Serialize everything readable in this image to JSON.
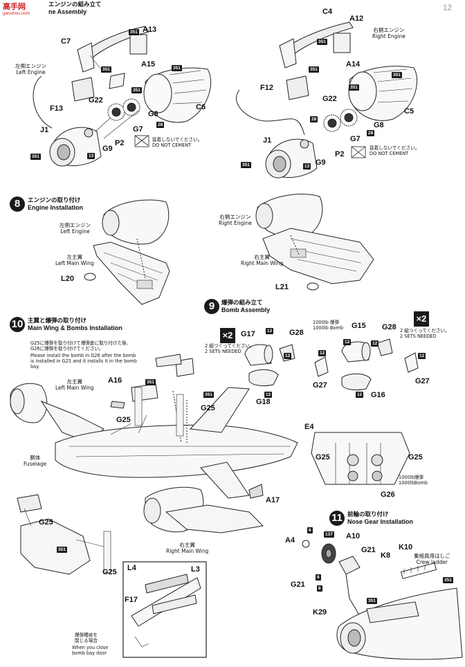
{
  "watermark": {
    "text": "高手网",
    "site": "gaoshou.com"
  },
  "page_number": "12",
  "step7": {
    "title_jp": "エンジンの組み立て",
    "title_en": "ne Assembly",
    "left_engine_jp": "左側エンジン",
    "left_engine_en": "Left Engine",
    "right_engine_jp": "右側エンジン",
    "right_engine_en": "Right Engine",
    "no_cement_jp": "接着しないでください。",
    "no_cement_en": "DO NOT CEMENT",
    "left_parts": [
      "C7",
      "A13",
      "A15",
      "G22",
      "F13",
      "J1",
      "G9",
      "P2",
      "G7",
      "G8",
      "C6"
    ],
    "right_parts": [
      "C4",
      "A12",
      "A14",
      "F12",
      "G22",
      "J1",
      "G9",
      "P2",
      "G7",
      "G8",
      "C5"
    ]
  },
  "step8": {
    "num": "8",
    "title_jp": "エンジンの取り付け",
    "title_en": "Engine Installation",
    "left_engine_jp": "左側エンジン",
    "left_engine_en": "Left Engine",
    "left_wing_jp": "左主翼",
    "left_wing_en": "Left Main Wing",
    "right_engine_jp": "右側エンジン",
    "right_engine_en": "Right Engine",
    "right_wing_jp": "右主翼",
    "right_wing_en": "Right Main Wing",
    "parts": [
      "L20",
      "L21"
    ]
  },
  "step9": {
    "num": "9",
    "title_jp": "爆弾の組み立て",
    "title_en": "Bomb Assembly",
    "multiplier": "×2",
    "sets_jp": "2 組つくってください。",
    "sets_en": "2 SETS NEEDED",
    "bomb_jp": "1000lb 爆弾",
    "bomb_en": "1000lb Bomb",
    "parts": [
      "G17",
      "G28",
      "G18",
      "G27",
      "G15",
      "G28",
      "G16",
      "G27"
    ]
  },
  "step10": {
    "num": "10",
    "title_jp": "主翼と爆弾の取り付け",
    "title_en": "Main Wing & Bombs Installation",
    "note_jp": "G25に爆弾を取り付けて爆弾倉に取り付けた後、\nG26に爆弾を取り付けてください。",
    "note_en": "Please install the bomb in G26 after the bomb\nis installed in G25 and it installs it in the bomb\nbay.",
    "left_wing_jp": "左主翼",
    "left_wing_en": "Left Main Wing",
    "fuselage_jp": "胴体",
    "fuselage_en": "Fuselage",
    "right_wing_jp": "右主翼",
    "right_wing_en": "Right Main Wing",
    "bay_jp": "爆弾槽扉を\n閉じる場合",
    "bay_en": "When you close\nbomb bay door",
    "bomb_jp": "1000lb爆弾",
    "bomb_en": "1000lbBomb",
    "parts": [
      "A16",
      "G25",
      "G25",
      "A17",
      "G25",
      "G25",
      "L4",
      "L3",
      "F17",
      "E4",
      "G25",
      "G25",
      "G26"
    ]
  },
  "step11": {
    "num": "11",
    "title_jp": "前輪の取り付け",
    "title_en": "Nose Gear Installation",
    "ladder_jp": "乗組員用はしご",
    "ladder_en": "Crew ladder",
    "parts": [
      "A4",
      "A10",
      "G21",
      "K8",
      "K10",
      "G21",
      "K29"
    ]
  },
  "color_chips": [
    "351",
    "12",
    "13",
    "28",
    "8",
    "137"
  ]
}
